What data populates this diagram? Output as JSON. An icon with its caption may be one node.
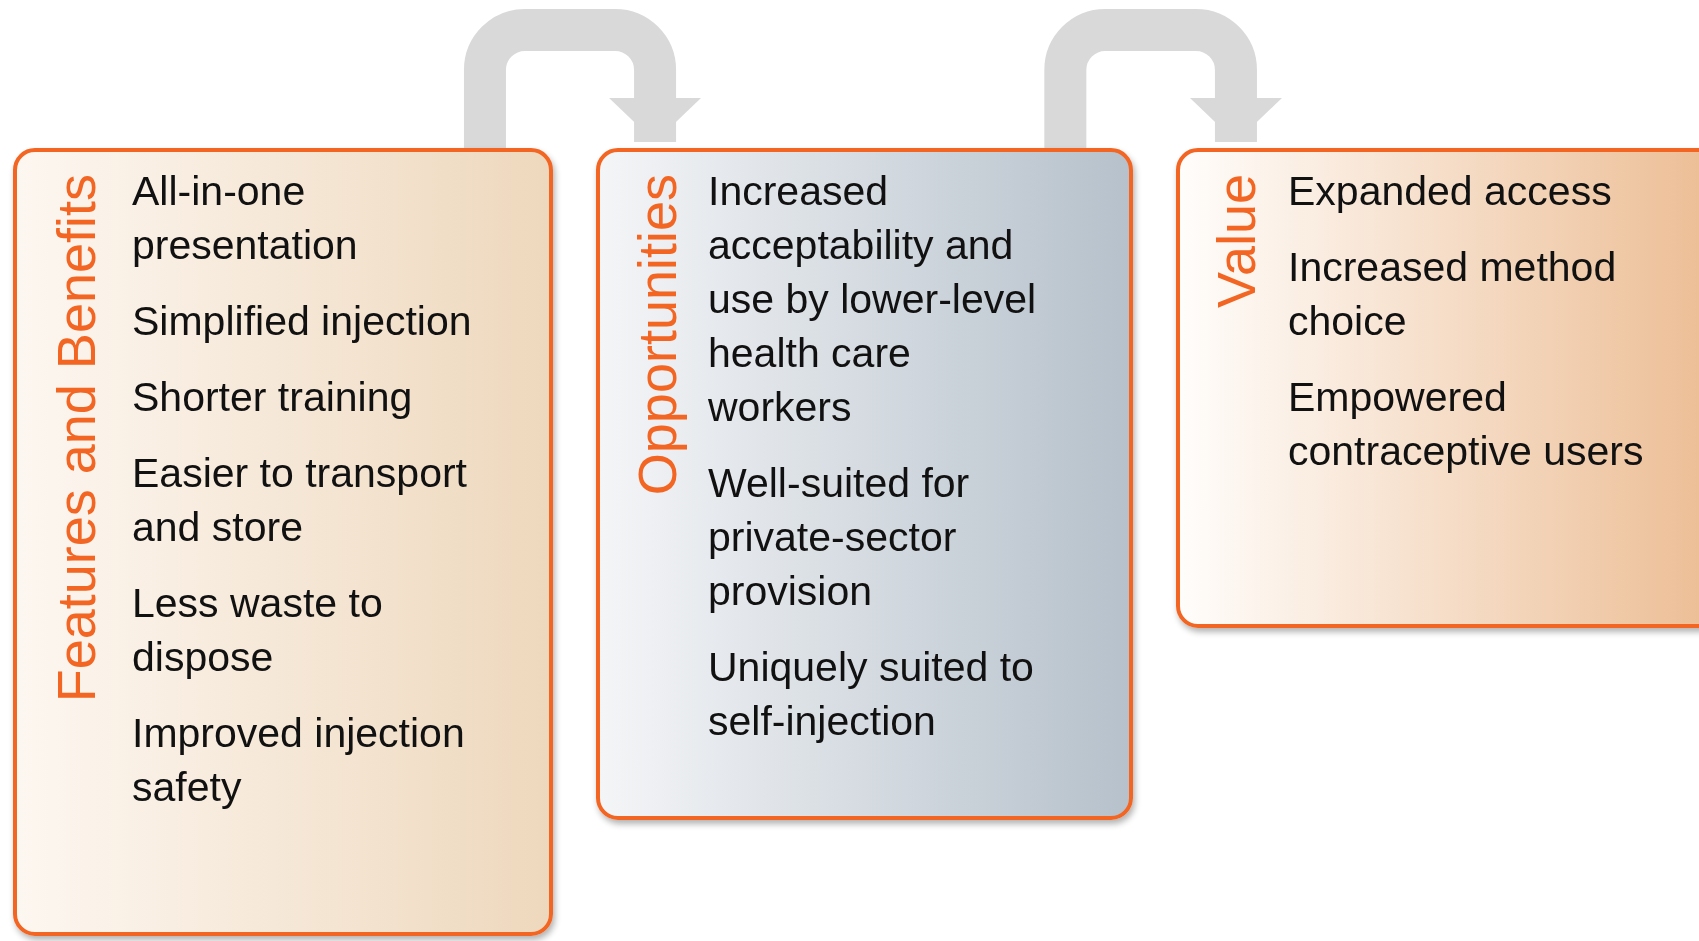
{
  "diagram": {
    "nodes": [
      {
        "text": [
          "Features and Benefits",
          "All-in-one presentation",
          "Simplified injection",
          "Shorter training",
          "Easier to transport and store",
          "Less waste to dispose",
          "Improved injection safety"
        ]
      },
      {
        "text": [
          "Opportunities",
          "Increased acceptability and use by lower-level health care workers",
          "Well-suited for private-sector provision",
          "Uniquely suited to self-injection"
        ]
      },
      {
        "text": [
          "Value",
          "Expanded access",
          "Increased method choice",
          "Empowered contraceptive users"
        ]
      }
    ],
    "edges": [
      {
        "from": 0,
        "to": 1,
        "arrow": "to"
      },
      {
        "from": 1,
        "to": 2,
        "arrow": "to"
      }
    ]
  }
}
